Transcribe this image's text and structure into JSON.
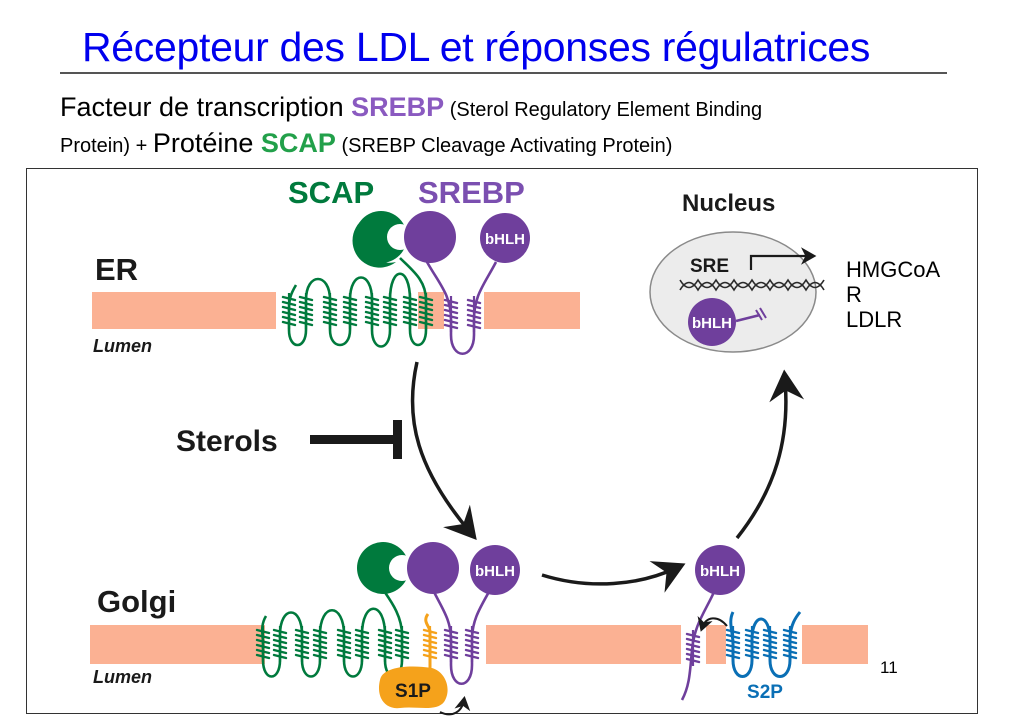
{
  "slide": {
    "title": "Récepteur des LDL et réponses régulatrices",
    "subtitle": {
      "line1_prefix": "Facteur de transcription ",
      "line1_srebp": "SREBP",
      "line1_suffix": " (Sterol Regulatory Element Binding",
      "line2_prefix": "Protein) + ",
      "line2_proteine": "Protéine ",
      "line2_scap": "SCAP",
      "line2_suffix": " (SREBP Cleavage Activating Protein)"
    },
    "page_number": "11"
  },
  "diagram": {
    "labels": {
      "scap": "SCAP",
      "srebp": "SREBP",
      "er": "ER",
      "er_lumen": "Lumen",
      "golgi": "Golgi",
      "golgi_lumen": "Lumen",
      "nucleus": "Nucleus",
      "sre": "SRE",
      "sterols": "Sterols",
      "bhlh": "bHLH",
      "s1p": "S1P",
      "s2p": "S2P"
    },
    "target_genes": [
      "HMGCoA",
      "R",
      "LDLR"
    ],
    "colors": {
      "scap_green": "#007a3d",
      "srebp_purple": "#6f3f9c",
      "membrane": "#fbb193",
      "s1p_orange": "#f5a21b",
      "s2p_blue": "#0a6fb5",
      "nucleus_fill": "#ececec",
      "title_blue": "#0000ee"
    }
  }
}
